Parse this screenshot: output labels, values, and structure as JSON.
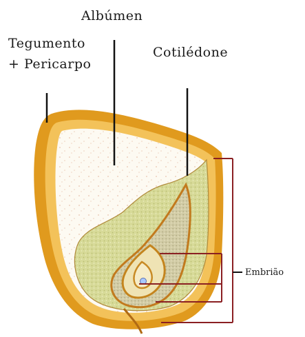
{
  "labels": {
    "albumen": "Albúmen",
    "tegumento_line1": "Tegumento",
    "tegumento_line2": "+ Pericarpo",
    "cotiledone": "Cotilédone",
    "embriao": "Embrião"
  },
  "colors": {
    "pericarp": "#e09a1e",
    "pericarp_light": "#f3c25a",
    "albumen": "#fdfaf2",
    "albumen_speckle": "#e8b9a0",
    "cotyledon": "#d8dc9a",
    "embryo": "#c9c29a",
    "bracket": "#8a1f22",
    "leader": "#111111"
  }
}
